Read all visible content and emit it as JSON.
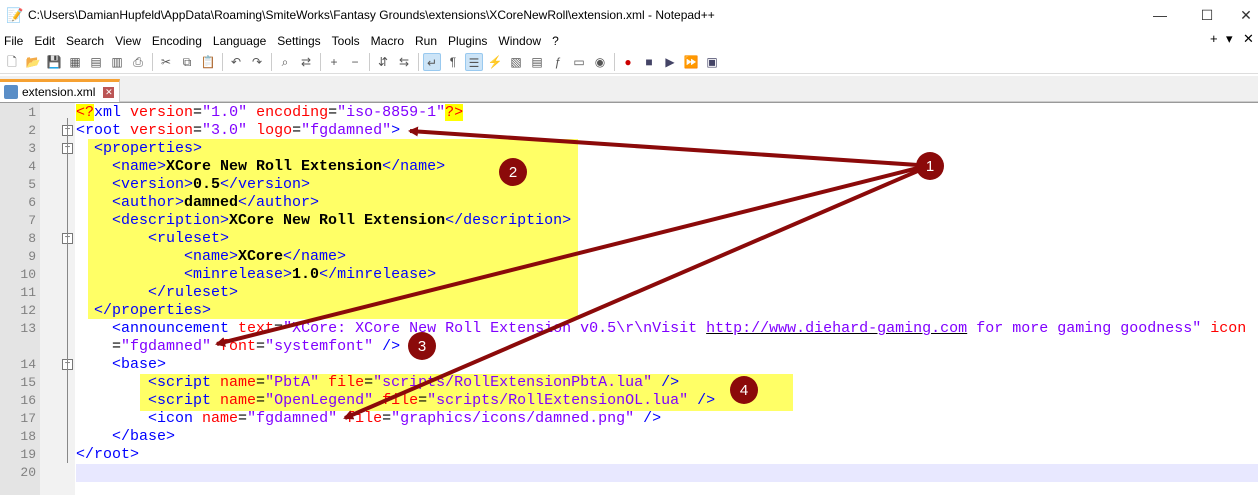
{
  "window": {
    "title": "C:\\Users\\DamianHupfeld\\AppData\\Roaming\\SmiteWorks\\Fantasy Grounds\\extensions\\XCoreNewRoll\\extension.xml - Notepad++",
    "minimize": "—",
    "maximize": "☐",
    "close": "✕"
  },
  "menu": {
    "items": [
      "File",
      "Edit",
      "Search",
      "View",
      "Encoding",
      "Language",
      "Settings",
      "Tools",
      "Macro",
      "Run",
      "Plugins",
      "Window",
      "?"
    ],
    "plus": "+",
    "dropdown": "▾",
    "close": "✕"
  },
  "toolbar": {
    "icons": [
      "new-file",
      "open-file",
      "save",
      "save-all",
      "close",
      "close-all",
      "print",
      "|",
      "cut",
      "copy",
      "paste",
      "|",
      "undo",
      "redo",
      "|",
      "find",
      "replace",
      "|",
      "zoom-in",
      "zoom-out",
      "|",
      "sync-vertical",
      "sync-horizontal",
      "|",
      "word-wrap",
      "show-all-chars",
      "indent-guide",
      "user-language",
      "document-map",
      "document-list",
      "function-list",
      "folder-workspace",
      "monitoring",
      "|",
      "record-macro",
      "stop-macro",
      "play-macro",
      "run-macro-multiple",
      "save-macro"
    ],
    "glyphs": {
      "new-file": "🗋",
      "open-file": "📂",
      "save": "💾",
      "save-all": "▦",
      "close": "▤",
      "close-all": "▥",
      "print": "⎙",
      "cut": "✂",
      "copy": "⧉",
      "paste": "📋",
      "undo": "↶",
      "redo": "↷",
      "find": "⌕",
      "replace": "⇄",
      "zoom-in": "+",
      "zoom-out": "−",
      "sync-vertical": "⇵",
      "sync-horizontal": "⇆",
      "word-wrap": "↵",
      "show-all-chars": "¶",
      "indent-guide": "☰",
      "user-language": "⚡",
      "document-map": "▧",
      "document-list": "▤",
      "function-list": "ƒ",
      "folder-workspace": "▭",
      "monitoring": "◉",
      "record-macro": "●",
      "stop-macro": "■",
      "play-macro": "▶",
      "run-macro-multiple": "⏩",
      "save-macro": "▣"
    },
    "active": [
      "word-wrap",
      "indent-guide"
    ]
  },
  "tab": {
    "label": "extension.xml",
    "close": "✕"
  },
  "editor": {
    "lines": [
      {
        "n": "1",
        "segs": [
          [
            "<?",
            "pi"
          ],
          [
            "xml ",
            "tag"
          ],
          [
            "version",
            "attr"
          ],
          [
            "=",
            "plain"
          ],
          [
            "\"1.0\"",
            "val"
          ],
          [
            " ",
            "plain"
          ],
          [
            "encoding",
            "attr"
          ],
          [
            "=",
            "plain"
          ],
          [
            "\"iso-8859-1\"",
            "val"
          ],
          [
            "?>",
            "pi"
          ]
        ]
      },
      {
        "n": "2",
        "segs": [
          [
            "<root ",
            "tag"
          ],
          [
            "version",
            "attr"
          ],
          [
            "=",
            "plain"
          ],
          [
            "\"3.0\"",
            "val"
          ],
          [
            " ",
            "plain"
          ],
          [
            "logo",
            "attr"
          ],
          [
            "=",
            "plain"
          ],
          [
            "\"fgdamned\"",
            "val"
          ],
          [
            ">",
            "tag"
          ]
        ]
      },
      {
        "n": "3",
        "segs": [
          [
            "  <properties>",
            "tag"
          ]
        ]
      },
      {
        "n": "4",
        "segs": [
          [
            "    <name>",
            "tag"
          ],
          [
            "XCore New Roll Extension",
            "txt"
          ],
          [
            "</name>",
            "tag"
          ]
        ]
      },
      {
        "n": "5",
        "segs": [
          [
            "    <version>",
            "tag"
          ],
          [
            "0.5",
            "txt"
          ],
          [
            "</version>",
            "tag"
          ]
        ]
      },
      {
        "n": "6",
        "segs": [
          [
            "    <author>",
            "tag"
          ],
          [
            "damned",
            "txt"
          ],
          [
            "</author>",
            "tag"
          ]
        ]
      },
      {
        "n": "7",
        "segs": [
          [
            "    <description>",
            "tag"
          ],
          [
            "XCore New Roll Extension",
            "txt"
          ],
          [
            "</description>",
            "tag"
          ]
        ]
      },
      {
        "n": "8",
        "segs": [
          [
            "        <ruleset>",
            "tag"
          ]
        ]
      },
      {
        "n": "9",
        "segs": [
          [
            "            <name>",
            "tag"
          ],
          [
            "XCore",
            "txt"
          ],
          [
            "</name>",
            "tag"
          ]
        ]
      },
      {
        "n": "10",
        "segs": [
          [
            "            <minrelease>",
            "tag"
          ],
          [
            "1.0",
            "txt"
          ],
          [
            "</minrelease>",
            "tag"
          ]
        ]
      },
      {
        "n": "11",
        "segs": [
          [
            "        </ruleset>",
            "tag"
          ]
        ]
      },
      {
        "n": "12",
        "segs": [
          [
            "  </properties>",
            "tag"
          ]
        ]
      },
      {
        "n": "13",
        "segs": [
          [
            "    <announcement ",
            "tag"
          ],
          [
            "text",
            "attr"
          ],
          [
            "=",
            "plain"
          ],
          [
            "\"XCore: XCore New Roll Extension v0.5\\r\\nVisit ",
            "val"
          ],
          [
            "http://www.diehard-gaming.com",
            "url"
          ],
          [
            " for more gaming goodness\"",
            "val"
          ],
          [
            " icon",
            "attr"
          ]
        ]
      },
      {
        "n": "",
        "segs": [
          [
            "    =",
            "plain"
          ],
          [
            "\"fgdamned\"",
            "val"
          ],
          [
            " font",
            "attr"
          ],
          [
            "=",
            "plain"
          ],
          [
            "\"systemfont\"",
            "val"
          ],
          [
            " />",
            "tag"
          ]
        ]
      },
      {
        "n": "14",
        "segs": [
          [
            "    <base>",
            "tag"
          ]
        ]
      },
      {
        "n": "15",
        "segs": [
          [
            "        <script ",
            "tag"
          ],
          [
            "name",
            "attr"
          ],
          [
            "=",
            "plain"
          ],
          [
            "\"PbtA\"",
            "val"
          ],
          [
            " file",
            "attr"
          ],
          [
            "=",
            "plain"
          ],
          [
            "\"scripts/RollExtensionPbtA.lua\"",
            "val"
          ],
          [
            " />",
            "tag"
          ]
        ]
      },
      {
        "n": "16",
        "segs": [
          [
            "        <script ",
            "tag"
          ],
          [
            "name",
            "attr"
          ],
          [
            "=",
            "plain"
          ],
          [
            "\"OpenLegend\"",
            "val"
          ],
          [
            " file",
            "attr"
          ],
          [
            "=",
            "plain"
          ],
          [
            "\"scripts/RollExtensionOL.lua\"",
            "val"
          ],
          [
            " />",
            "tag"
          ]
        ]
      },
      {
        "n": "17",
        "segs": [
          [
            "        <icon ",
            "tag"
          ],
          [
            "name",
            "attr"
          ],
          [
            "=",
            "plain"
          ],
          [
            "\"fgdamned\"",
            "val"
          ],
          [
            " file",
            "attr"
          ],
          [
            "=",
            "plain"
          ],
          [
            "\"graphics/icons/damned.png\"",
            "val"
          ],
          [
            " />",
            "tag"
          ]
        ]
      },
      {
        "n": "18",
        "segs": [
          [
            "    </base>",
            "tag"
          ]
        ]
      },
      {
        "n": "19",
        "segs": [
          [
            "</root>",
            "tag"
          ]
        ]
      },
      {
        "n": "20",
        "segs": []
      }
    ]
  },
  "annotations": {
    "color": "#8b0a0a",
    "highlight": "#ffff66",
    "markers": [
      "1",
      "2",
      "3",
      "4"
    ]
  }
}
